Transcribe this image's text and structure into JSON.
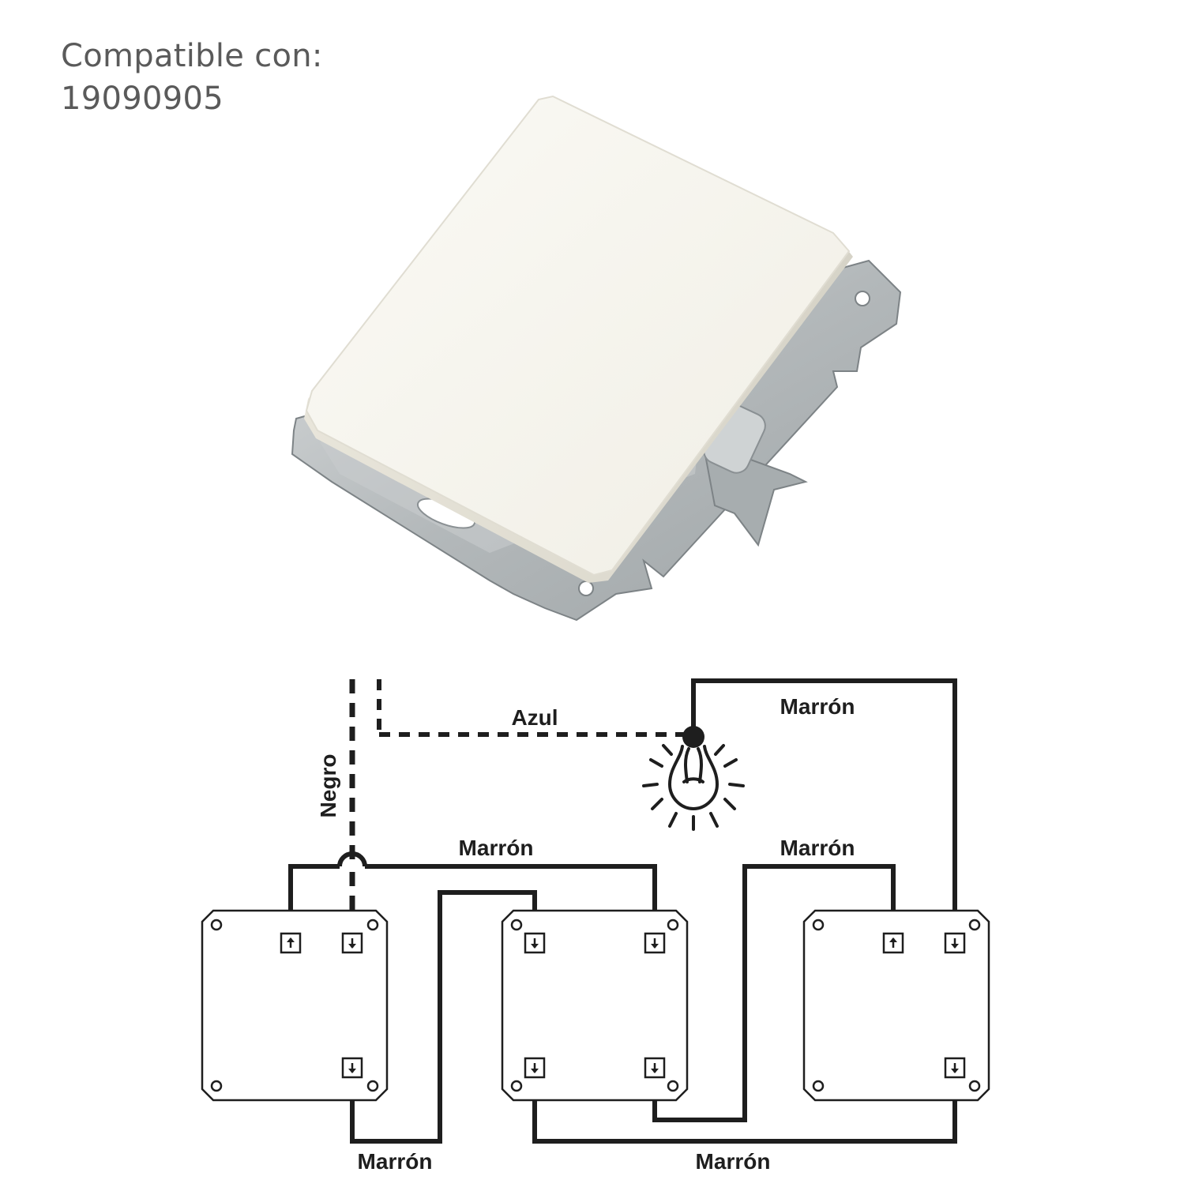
{
  "header": {
    "line1": "Compatible con:",
    "line2": "19090905"
  },
  "diagram": {
    "labels": {
      "negro": "Negro",
      "azul": "Azul",
      "marron_top_right": "Marrón",
      "marron_mid_left": "Marrón",
      "marron_mid_right": "Marrón",
      "marron_bottom_left": "Marrón",
      "marron_bottom_center": "Marrón"
    },
    "icons": {
      "lamp": "light-bulb-icon",
      "switch": "switch-box-icon",
      "terminal_up": "arrow-up-icon",
      "terminal_down": "arrow-down-icon"
    },
    "colors": {
      "wire": "#1e1e1e",
      "plate": "#f3f1e9",
      "metal": "#bfc3c4"
    }
  }
}
